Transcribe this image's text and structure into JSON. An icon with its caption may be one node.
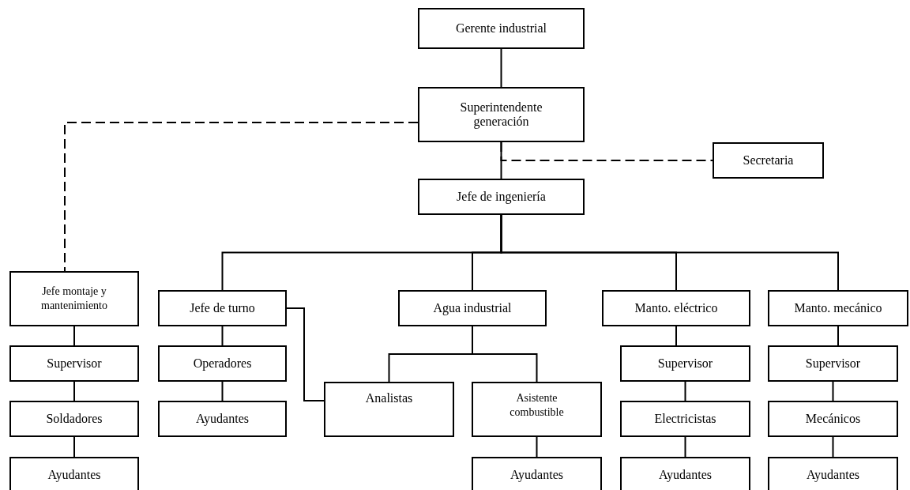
{
  "diagram": {
    "nodes": [
      {
        "text": [
          "Gerente industrial"
        ]
      },
      {
        "text": [
          "Superintendente generación"
        ]
      },
      {
        "text": [
          "Secretaria"
        ]
      },
      {
        "text": [
          "Jefe de ingeniería"
        ]
      },
      {
        "text": [
          "Jefe montaje y mantenimiento"
        ]
      },
      {
        "text": [
          "Jefe de turno"
        ]
      },
      {
        "text": [
          "Agua industrial"
        ]
      },
      {
        "text": [
          "Manto. eléctrico"
        ]
      },
      {
        "text": [
          "Manto. mecánico"
        ]
      },
      {
        "text": [
          "Supervisor"
        ]
      },
      {
        "text": [
          "Soldadores"
        ]
      },
      {
        "text": [
          "Ayudantes"
        ]
      },
      {
        "text": [
          "Operadores"
        ]
      },
      {
        "text": [
          "Ayudantes"
        ]
      },
      {
        "text": [
          "Analistas"
        ]
      },
      {
        "text": [
          "Asistente combustible"
        ]
      },
      {
        "text": [
          "Ayudantes"
        ]
      },
      {
        "text": [
          "Supervisor"
        ]
      },
      {
        "text": [
          "Electricistas"
        ]
      },
      {
        "text": [
          "Ayudantes"
        ]
      },
      {
        "text": [
          "Supervisor"
        ]
      },
      {
        "text": [
          "Mecánicos"
        ]
      },
      {
        "text": [
          "Ayudantes"
        ]
      }
    ],
    "edges": [
      {
        "from": 0,
        "to": 1,
        "arrow": "none"
      },
      {
        "from": 1,
        "to": 3,
        "arrow": "none"
      },
      {
        "from": 1,
        "to": 2,
        "arrow": "none",
        "style": "dashed"
      },
      {
        "from": 1,
        "to": 4,
        "arrow": "none",
        "style": "dashed"
      },
      {
        "from": 3,
        "to": 5,
        "arrow": "none"
      },
      {
        "from": 3,
        "to": 6,
        "arrow": "none"
      },
      {
        "from": 3,
        "to": 7,
        "arrow": "none"
      },
      {
        "from": 3,
        "to": 8,
        "arrow": "none"
      },
      {
        "from": 4,
        "to": 9,
        "arrow": "none"
      },
      {
        "from": 9,
        "to": 10,
        "arrow": "none"
      },
      {
        "from": 10,
        "to": 11,
        "arrow": "none"
      },
      {
        "from": 5,
        "to": 12,
        "arrow": "none"
      },
      {
        "from": 12,
        "to": 13,
        "arrow": "none"
      },
      {
        "from": 5,
        "to": 14,
        "arrow": "none"
      },
      {
        "from": 6,
        "to": 14,
        "arrow": "none"
      },
      {
        "from": 6,
        "to": 15,
        "arrow": "none"
      },
      {
        "from": 15,
        "to": 16,
        "arrow": "none"
      },
      {
        "from": 7,
        "to": 17,
        "arrow": "none"
      },
      {
        "from": 17,
        "to": 18,
        "arrow": "none"
      },
      {
        "from": 18,
        "to": 19,
        "arrow": "none"
      },
      {
        "from": 8,
        "to": 20,
        "arrow": "none"
      },
      {
        "from": 20,
        "to": 21,
        "arrow": "none"
      },
      {
        "from": 21,
        "to": 22,
        "arrow": "none"
      }
    ]
  }
}
